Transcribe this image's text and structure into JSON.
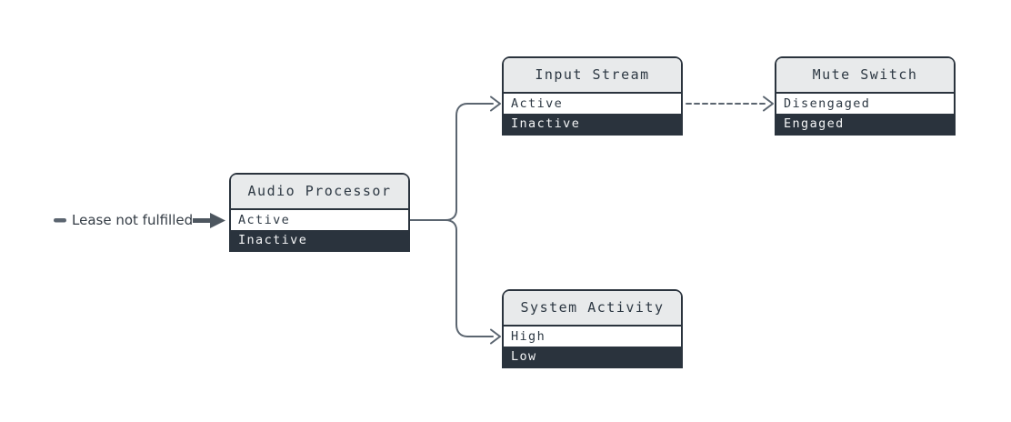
{
  "diagram": {
    "type": "state-flow-diagram",
    "edge_label": {
      "text": "Lease not fulfilled"
    },
    "nodes": [
      {
        "id": "audio-processor",
        "title": "Audio Processor",
        "rows": [
          {
            "label": "Active",
            "style": "light"
          },
          {
            "label": "Inactive",
            "style": "dark"
          }
        ]
      },
      {
        "id": "input-stream",
        "title": "Input Stream",
        "rows": [
          {
            "label": "Active",
            "style": "light"
          },
          {
            "label": "Inactive",
            "style": "dark"
          }
        ]
      },
      {
        "id": "mute-switch",
        "title": "Mute Switch",
        "rows": [
          {
            "label": "Disengaged",
            "style": "light"
          },
          {
            "label": "Engaged",
            "style": "dark"
          }
        ]
      },
      {
        "id": "system-activity",
        "title": "System Activity",
        "rows": [
          {
            "label": "High",
            "style": "light"
          },
          {
            "label": "Low",
            "style": "dark"
          }
        ]
      }
    ],
    "edges": [
      {
        "from": "Audio Processor / Active",
        "to": "Input Stream / Active",
        "style": "solid-arrow"
      },
      {
        "from": "Audio Processor / Active",
        "to": "System Activity / High",
        "style": "solid-arrow"
      },
      {
        "from": "Input Stream / Active",
        "to": "Mute Switch / Disengaged",
        "style": "dashed-arrow"
      },
      {
        "from": "Lease not fulfilled label",
        "to": "Audio Processor / Active",
        "style": "thick-arrow"
      }
    ],
    "colors": {
      "node_border": "#2a333d",
      "header_bg": "#e8eaeb",
      "row_light_bg": "#ffffff",
      "row_light_text": "#2d3843",
      "row_dark_bg": "#2a333d",
      "row_dark_text": "#f4f5f6",
      "edge_stroke": "#5b6570",
      "thick_arrow": "#4d565f",
      "label_text": "#333b44",
      "background": "#ffffff"
    }
  }
}
